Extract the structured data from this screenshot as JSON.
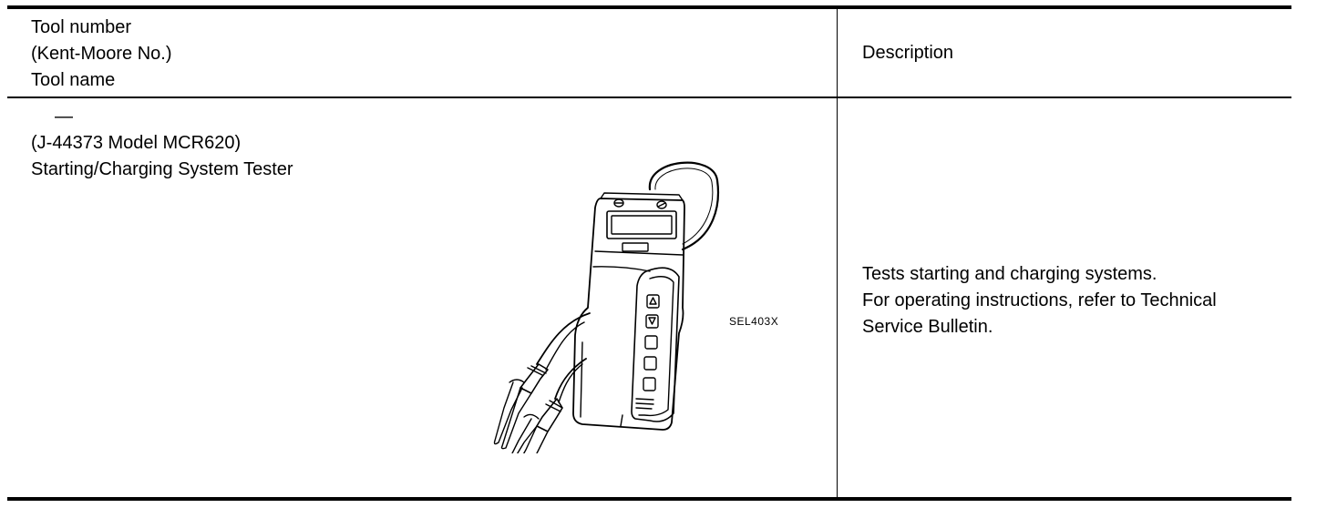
{
  "table": {
    "header": {
      "tool_lines": [
        "Tool number",
        "(Kent-Moore No.)",
        "Tool name"
      ],
      "description": "Description"
    },
    "row": {
      "tool_number": "—",
      "kent_moore_no": "(J-44373 Model MCR620)",
      "tool_name": "Starting/Charging System Tester",
      "figure_code": "SEL403X",
      "description_lines": [
        "Tests starting and charging systems.",
        "For operating instructions, refer to Technical",
        "Service Bulletin."
      ]
    }
  }
}
